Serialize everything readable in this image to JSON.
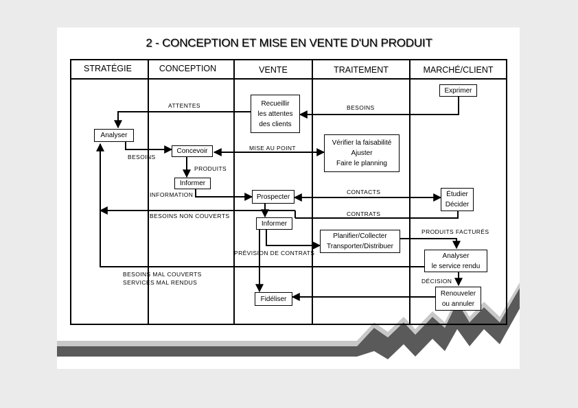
{
  "title": "2 - CONCEPTION ET MISE EN VENTE D'UN PRODUIT",
  "columns": [
    "STRATÉGIE",
    "CONCEPTION",
    "VENTE",
    "TRAITEMENT",
    "MARCHÉ/CLIENT"
  ],
  "boxes": {
    "exprimer": "Exprimer",
    "recueillir": "Recueillir\nles attentes\ndes clients",
    "analyser": "Analyser",
    "concevoir": "Concevoir",
    "verifier": "Vérifier la faisabilité\nAjuster\nFaire le planning",
    "informer1": "Informer",
    "prospecter": "Prospecter",
    "etudier": "Étudier\nDécider",
    "informer2": "Informer",
    "planifier": "Planifier/Collecter\nTransporter/Distribuer",
    "analyser_service": "Analyser\nle service rendu",
    "fideliser": "Fidéliser",
    "renouveler": "Renouveler\nou annuler"
  },
  "labels": {
    "attentes": "ATTENTES",
    "besoins_top": "BESOINS",
    "mise_au_point": "MISE AU POINT",
    "besoins_left": "BESOINS",
    "produits": "PRODUITS",
    "contacts": "CONTACTS",
    "information": "INFORMATION",
    "contrats": "CONTRATS",
    "besoins_non_couverts": "BESOINS NON COUVERTS",
    "produits_factures": "PRODUITS FACTURÉS",
    "prevision_de_contrats": "PRÉVISION DE CONTRATS",
    "besoins_mal_couverts": "BESOINS MAL COUVERTS\nSERVICES MAL RENDUS",
    "decision": "DÉCISION"
  }
}
